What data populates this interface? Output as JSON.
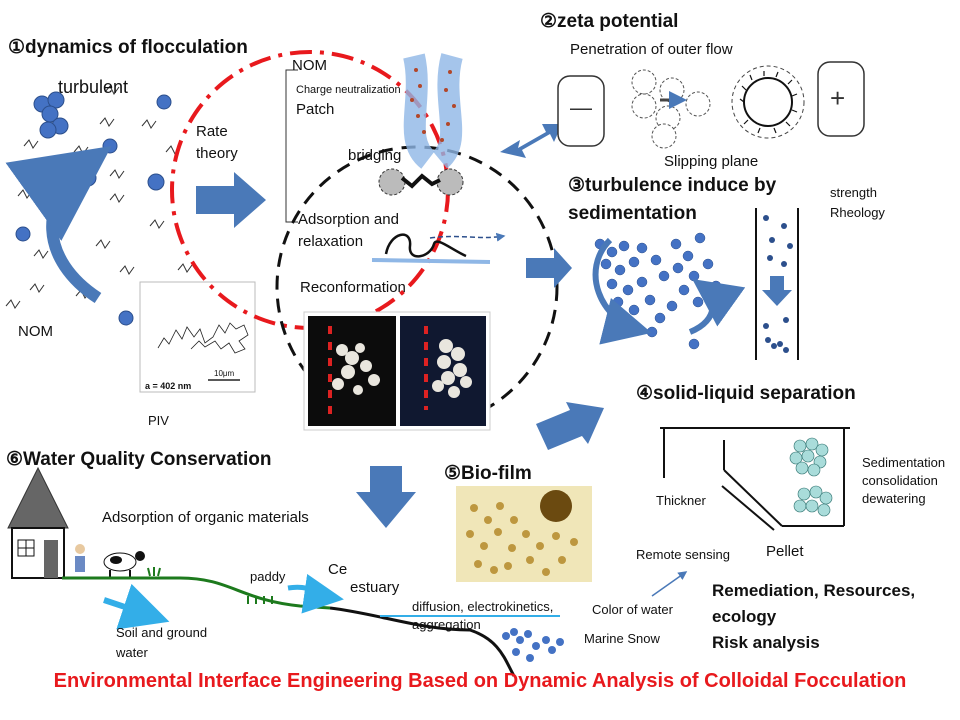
{
  "title": "Environmental Interface Engineering Based on  Dynamic Analysis of Colloidal Focculation",
  "sections": {
    "s1": {
      "number": "①",
      "label": "dynamics of flocculation"
    },
    "s2": {
      "number": "②",
      "label": "zeta potential"
    },
    "s3": {
      "number": "③",
      "label_line1": "turbulence  induce by",
      "label_line2": "sedimentation"
    },
    "s4": {
      "number": "④",
      "label": "solid-liquid separation"
    },
    "s5": {
      "number": "⑤",
      "label": "Bio-film"
    },
    "s6": {
      "number": "⑥",
      "label": "Water Quality Conservation"
    }
  },
  "labels": {
    "turbulent": "turbulent",
    "rate_line1": "Rate",
    "rate_line2": "theory",
    "nom_left": "NOM",
    "nom_top": "NOM",
    "charge_neutralization": "Charge neutralization",
    "patch": "Patch",
    "bridging": "bridging",
    "adsorption_line1": "Adsorption and",
    "adsorption_line2": "relaxation",
    "reconformation": "Reconformation",
    "piv": "PIV",
    "piv_scale": "10μm",
    "piv_caption": "a = 402 nm",
    "penetration": "Penetration of outer flow",
    "slipping": "Slipping plane",
    "minus": "—",
    "plus": "+",
    "strength": "strength",
    "rheology": "Rheology",
    "thickner": "Thickner",
    "pellet": "Pellet",
    "sedimentation": "Sedimentation",
    "consolidation": "consolidation",
    "dewatering": "dewatering",
    "remote_sensing": "Remote sensing",
    "color_of_water": "Color of water",
    "marine_snow": "Marine Snow",
    "remediation": "Remediation, Resources,",
    "ecology": "ecology",
    "risk": "Risk analysis",
    "adsorption_org": "Adsorption of organic materials",
    "paddy": "paddy",
    "ce": "Ce",
    "estuary": "estuary",
    "diffusion": "diffusion, electrokinetics,",
    "aggregation": "aggregation",
    "soil_line1": "Soil and ground",
    "soil_line2": "water"
  },
  "colors": {
    "arrow_blue": "#4a79b8",
    "particle_blue": "#4472c4",
    "red_dash": "#e8191d",
    "title_red": "#e8191d",
    "sky_blue": "#33aee8",
    "land_green": "#1d7a1d"
  }
}
